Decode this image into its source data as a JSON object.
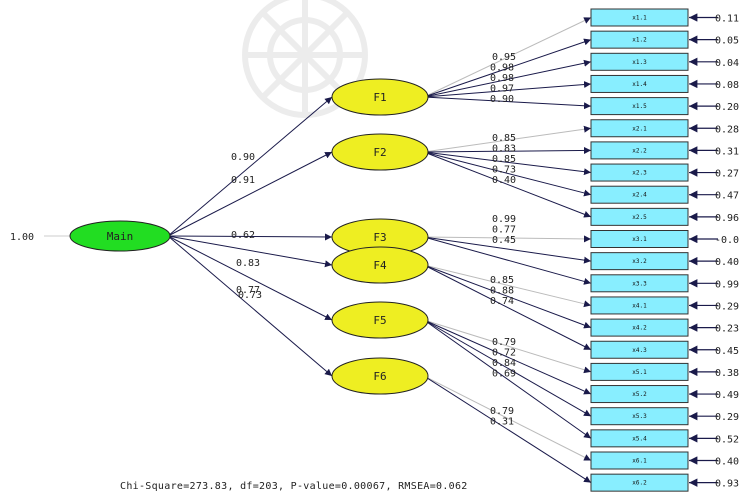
{
  "colors": {
    "main_fill": "#22dd22",
    "factor_fill": "#eeee22",
    "indicator_fill": "#88eeff",
    "arrow": "#1a1a4a"
  },
  "main": {
    "label": "Main",
    "variance": "1.00"
  },
  "structural_paths": [
    {
      "to": "F1",
      "value": "0.90"
    },
    {
      "to": "F2",
      "value": "0.91"
    },
    {
      "to": "F3",
      "value": "0.62"
    },
    {
      "to": "F4",
      "value": "0.83"
    },
    {
      "to": "F5",
      "value": "0.77"
    },
    {
      "to": "F6",
      "value": "0.73"
    }
  ],
  "factors": [
    {
      "label": "F1",
      "loadings": [
        "0.95",
        "0.98",
        "0.98",
        "0.97",
        "0.90"
      ],
      "indicators": [
        0,
        1,
        2,
        3,
        4
      ]
    },
    {
      "label": "F2",
      "loadings": [
        "0.85",
        "0.83",
        "0.85",
        "0.73",
        "0.40"
      ],
      "indicators": [
        5,
        6,
        7,
        8,
        9
      ]
    },
    {
      "label": "F3",
      "loadings": [
        "0.99",
        "0.77",
        "0.45"
      ],
      "indicators": [
        10,
        11,
        12
      ]
    },
    {
      "label": "F4",
      "loadings": [
        "0.85",
        "0.88",
        "0.74"
      ],
      "indicators": [
        13,
        14,
        15
      ]
    },
    {
      "label": "F5",
      "loadings": [
        "0.79",
        "0.72",
        "0.84",
        "0.69"
      ],
      "indicators": [
        16,
        17,
        18,
        19
      ]
    },
    {
      "label": "F6",
      "loadings": [
        "0.79",
        "0.31"
      ],
      "indicators": [
        20,
        21
      ]
    }
  ],
  "indicators": [
    {
      "label": "x1.1",
      "error": "0.11"
    },
    {
      "label": "x1.2",
      "error": "0.05"
    },
    {
      "label": "x1.3",
      "error": "0.04"
    },
    {
      "label": "x1.4",
      "error": "0.08"
    },
    {
      "label": "x1.5",
      "error": "0.20"
    },
    {
      "label": "x2.1",
      "error": "0.28"
    },
    {
      "label": "x2.2",
      "error": "0.31"
    },
    {
      "label": "x2.3",
      "error": "0.27"
    },
    {
      "label": "x2.4",
      "error": "0.47"
    },
    {
      "label": "x2.5",
      "error": "0.96"
    },
    {
      "label": "x3.1",
      "error": "-0.0"
    },
    {
      "label": "x3.2",
      "error": "0.40"
    },
    {
      "label": "x3.3",
      "error": "0.99"
    },
    {
      "label": "x4.1",
      "error": "0.29"
    },
    {
      "label": "x4.2",
      "error": "0.23"
    },
    {
      "label": "x4.3",
      "error": "0.45"
    },
    {
      "label": "x5.1",
      "error": "0.38"
    },
    {
      "label": "x5.2",
      "error": "0.49"
    },
    {
      "label": "x5.3",
      "error": "0.29"
    },
    {
      "label": "x5.4",
      "error": "0.52"
    },
    {
      "label": "x6.1",
      "error": "0.40"
    },
    {
      "label": "x6.2",
      "error": "0.93"
    }
  ],
  "fit_statistics": "Chi-Square=273.83, df=203, P-value=0.00067, RMSEA=0.062"
}
